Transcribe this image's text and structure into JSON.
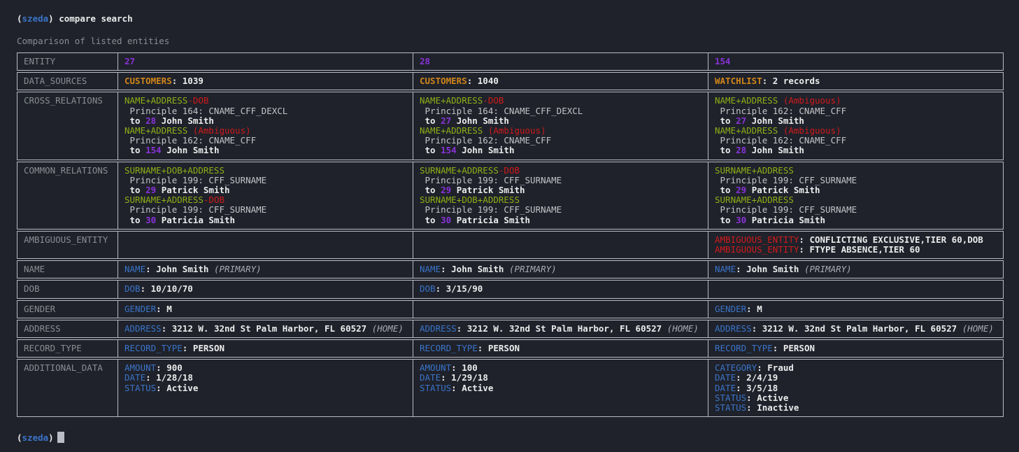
{
  "terminal": {
    "prompt_label": "szeda",
    "command": "compare search",
    "subtitle": "Comparison of listed entities",
    "bottom_prompt_label": "szeda"
  },
  "colors": {
    "bg": "#1f222b",
    "border": "#b9bcc4",
    "gray": "#8a8d93",
    "white": "#ececec",
    "dim": "#c3c4c8",
    "blue": "#3a74c8",
    "orange": "#d2861a",
    "green": "#8fae16",
    "red": "#d11a1a",
    "purple": "#8932d8",
    "italic": "#a9acb3",
    "cursor": "#b9bcc4"
  },
  "table": {
    "rows": [
      {
        "key": "entity",
        "label": "ENTITY"
      },
      {
        "key": "data_sources",
        "label": "DATA_SOURCES"
      },
      {
        "key": "cross_relations",
        "label": "CROSS_RELATIONS"
      },
      {
        "key": "common_relations",
        "label": "COMMON_RELATIONS"
      },
      {
        "key": "ambiguous_entity",
        "label": "AMBIGUOUS_ENTITY"
      },
      {
        "key": "name",
        "label": "NAME"
      },
      {
        "key": "dob",
        "label": "DOB"
      },
      {
        "key": "gender",
        "label": "GENDER"
      },
      {
        "key": "address",
        "label": "ADDRESS"
      },
      {
        "key": "record_type",
        "label": "RECORD_TYPE"
      },
      {
        "key": "additional_data",
        "label": "ADDITIONAL_DATA"
      }
    ],
    "columns": [
      {
        "entity_id": "27",
        "cells": {
          "entity": [
            [
              [
                "p",
                "27"
              ]
            ]
          ],
          "data_sources": [
            [
              [
                "o",
                "CUSTOMERS"
              ],
              [
                "w",
                ": 1039"
              ]
            ]
          ],
          "cross_relations": [
            [
              [
                "g",
                "NAME+ADDRESS"
              ],
              [
                "r",
                "-DOB"
              ]
            ],
            [
              [
                "d",
                " Principle 164: CNAME_CFF_DEXCL"
              ]
            ],
            [
              [
                "w",
                " to "
              ],
              [
                "p",
                "28"
              ],
              [
                "w",
                " John Smith"
              ]
            ],
            [
              [
                "g",
                "NAME+ADDRESS"
              ],
              [
                "r",
                " (Ambiguous)"
              ]
            ],
            [
              [
                "d",
                " Principle 162: CNAME_CFF"
              ]
            ],
            [
              [
                "w",
                " to "
              ],
              [
                "p",
                "154"
              ],
              [
                "w",
                " John Smith"
              ]
            ]
          ],
          "common_relations": [
            [
              [
                "g",
                "SURNAME+DOB+ADDRESS"
              ]
            ],
            [
              [
                "d",
                " Principle 199: CFF_SURNAME"
              ]
            ],
            [
              [
                "w",
                " to "
              ],
              [
                "p",
                "29"
              ],
              [
                "w",
                " Patrick Smith"
              ]
            ],
            [
              [
                "g",
                "SURNAME+ADDRESS"
              ],
              [
                "r",
                "-DOB"
              ]
            ],
            [
              [
                "d",
                " Principle 199: CFF_SURNAME"
              ]
            ],
            [
              [
                "w",
                " to "
              ],
              [
                "p",
                "30"
              ],
              [
                "w",
                " Patricia Smith"
              ]
            ]
          ],
          "ambiguous_entity": [],
          "name": [
            [
              [
                "b",
                "NAME"
              ],
              [
                "w",
                ": John Smith "
              ],
              [
                "i",
                "(PRIMARY)"
              ]
            ]
          ],
          "dob": [
            [
              [
                "b",
                "DOB"
              ],
              [
                "w",
                ": 10/10/70"
              ]
            ]
          ],
          "gender": [
            [
              [
                "b",
                "GENDER"
              ],
              [
                "w",
                ": M"
              ]
            ]
          ],
          "address": [
            [
              [
                "b",
                "ADDRESS"
              ],
              [
                "w",
                ": 3212 W. 32nd St Palm Harbor, FL 60527 "
              ],
              [
                "i",
                "(HOME)"
              ]
            ]
          ],
          "record_type": [
            [
              [
                "b",
                "RECORD_TYPE"
              ],
              [
                "w",
                ": PERSON"
              ]
            ]
          ],
          "additional_data": [
            [
              [
                "b",
                "AMOUNT"
              ],
              [
                "w",
                ": 900"
              ]
            ],
            [
              [
                "b",
                "DATE"
              ],
              [
                "w",
                ": 1/28/18"
              ]
            ],
            [
              [
                "b",
                "STATUS"
              ],
              [
                "w",
                ": Active"
              ]
            ]
          ]
        }
      },
      {
        "entity_id": "28",
        "cells": {
          "entity": [
            [
              [
                "p",
                "28"
              ]
            ]
          ],
          "data_sources": [
            [
              [
                "o",
                "CUSTOMERS"
              ],
              [
                "w",
                ": 1040"
              ]
            ]
          ],
          "cross_relations": [
            [
              [
                "g",
                "NAME+ADDRESS"
              ],
              [
                "r",
                "-DOB"
              ]
            ],
            [
              [
                "d",
                " Principle 164: CNAME_CFF_DEXCL"
              ]
            ],
            [
              [
                "w",
                " to "
              ],
              [
                "p",
                "27"
              ],
              [
                "w",
                " John Smith"
              ]
            ],
            [
              [
                "g",
                "NAME+ADDRESS"
              ],
              [
                "r",
                " (Ambiguous)"
              ]
            ],
            [
              [
                "d",
                " Principle 162: CNAME_CFF"
              ]
            ],
            [
              [
                "w",
                " to "
              ],
              [
                "p",
                "154"
              ],
              [
                "w",
                " John Smith"
              ]
            ]
          ],
          "common_relations": [
            [
              [
                "g",
                "SURNAME+ADDRESS"
              ],
              [
                "r",
                "-DOB"
              ]
            ],
            [
              [
                "d",
                " Principle 199: CFF_SURNAME"
              ]
            ],
            [
              [
                "w",
                " to "
              ],
              [
                "p",
                "29"
              ],
              [
                "w",
                " Patrick Smith"
              ]
            ],
            [
              [
                "g",
                "SURNAME+DOB+ADDRESS"
              ]
            ],
            [
              [
                "d",
                " Principle 199: CFF_SURNAME"
              ]
            ],
            [
              [
                "w",
                " to "
              ],
              [
                "p",
                "30"
              ],
              [
                "w",
                " Patricia Smith"
              ]
            ]
          ],
          "ambiguous_entity": [],
          "name": [
            [
              [
                "b",
                "NAME"
              ],
              [
                "w",
                ": John Smith "
              ],
              [
                "i",
                "(PRIMARY)"
              ]
            ]
          ],
          "dob": [
            [
              [
                "b",
                "DOB"
              ],
              [
                "w",
                ": 3/15/90"
              ]
            ]
          ],
          "gender": [],
          "address": [
            [
              [
                "b",
                "ADDRESS"
              ],
              [
                "w",
                ": 3212 W. 32nd St Palm Harbor, FL 60527 "
              ],
              [
                "i",
                "(HOME)"
              ]
            ]
          ],
          "record_type": [
            [
              [
                "b",
                "RECORD_TYPE"
              ],
              [
                "w",
                ": PERSON"
              ]
            ]
          ],
          "additional_data": [
            [
              [
                "b",
                "AMOUNT"
              ],
              [
                "w",
                ": 100"
              ]
            ],
            [
              [
                "b",
                "DATE"
              ],
              [
                "w",
                ": 1/29/18"
              ]
            ],
            [
              [
                "b",
                "STATUS"
              ],
              [
                "w",
                ": Active"
              ]
            ]
          ]
        }
      },
      {
        "entity_id": "154",
        "cells": {
          "entity": [
            [
              [
                "p",
                "154"
              ]
            ]
          ],
          "data_sources": [
            [
              [
                "o",
                "WATCHLIST"
              ],
              [
                "w",
                ": 2 records"
              ]
            ]
          ],
          "cross_relations": [
            [
              [
                "g",
                "NAME+ADDRESS"
              ],
              [
                "r",
                " (Ambiguous)"
              ]
            ],
            [
              [
                "d",
                " Principle 162: CNAME_CFF"
              ]
            ],
            [
              [
                "w",
                " to "
              ],
              [
                "p",
                "27"
              ],
              [
                "w",
                " John Smith"
              ]
            ],
            [
              [
                "g",
                "NAME+ADDRESS"
              ],
              [
                "r",
                " (Ambiguous)"
              ]
            ],
            [
              [
                "d",
                " Principle 162: CNAME_CFF"
              ]
            ],
            [
              [
                "w",
                " to "
              ],
              [
                "p",
                "28"
              ],
              [
                "w",
                " John Smith"
              ]
            ]
          ],
          "common_relations": [
            [
              [
                "g",
                "SURNAME+ADDRESS"
              ]
            ],
            [
              [
                "d",
                " Principle 199: CFF_SURNAME"
              ]
            ],
            [
              [
                "w",
                " to "
              ],
              [
                "p",
                "29"
              ],
              [
                "w",
                " Patrick Smith"
              ]
            ],
            [
              [
                "g",
                "SURNAME+ADDRESS"
              ]
            ],
            [
              [
                "d",
                " Principle 199: CFF_SURNAME"
              ]
            ],
            [
              [
                "w",
                " to "
              ],
              [
                "p",
                "30"
              ],
              [
                "w",
                " Patricia Smith"
              ]
            ]
          ],
          "ambiguous_entity": [
            [
              [
                "r",
                "AMBIGUOUS_ENTITY"
              ],
              [
                "w",
                ": CONFLICTING EXCLUSIVE,TIER 60,DOB"
              ]
            ],
            [
              [
                "r",
                "AMBIGUOUS_ENTITY"
              ],
              [
                "w",
                ": FTYPE ABSENCE,TIER 60"
              ]
            ]
          ],
          "name": [
            [
              [
                "b",
                "NAME"
              ],
              [
                "w",
                ": John Smith "
              ],
              [
                "i",
                "(PRIMARY)"
              ]
            ]
          ],
          "dob": [],
          "gender": [
            [
              [
                "b",
                "GENDER"
              ],
              [
                "w",
                ": M"
              ]
            ]
          ],
          "address": [
            [
              [
                "b",
                "ADDRESS"
              ],
              [
                "w",
                ": 3212 W. 32nd St Palm Harbor, FL 60527 "
              ],
              [
                "i",
                "(HOME)"
              ]
            ]
          ],
          "record_type": [
            [
              [
                "b",
                "RECORD_TYPE"
              ],
              [
                "w",
                ": PERSON"
              ]
            ]
          ],
          "additional_data": [
            [
              [
                "b",
                "CATEGORY"
              ],
              [
                "w",
                ": Fraud"
              ]
            ],
            [
              [
                "b",
                "DATE"
              ],
              [
                "w",
                ": 2/4/19"
              ]
            ],
            [
              [
                "b",
                "DATE"
              ],
              [
                "w",
                ": 3/5/18"
              ]
            ],
            [
              [
                "b",
                "STATUS"
              ],
              [
                "w",
                ": Active"
              ]
            ],
            [
              [
                "b",
                "STATUS"
              ],
              [
                "w",
                ": Inactive"
              ]
            ]
          ]
        }
      }
    ]
  }
}
